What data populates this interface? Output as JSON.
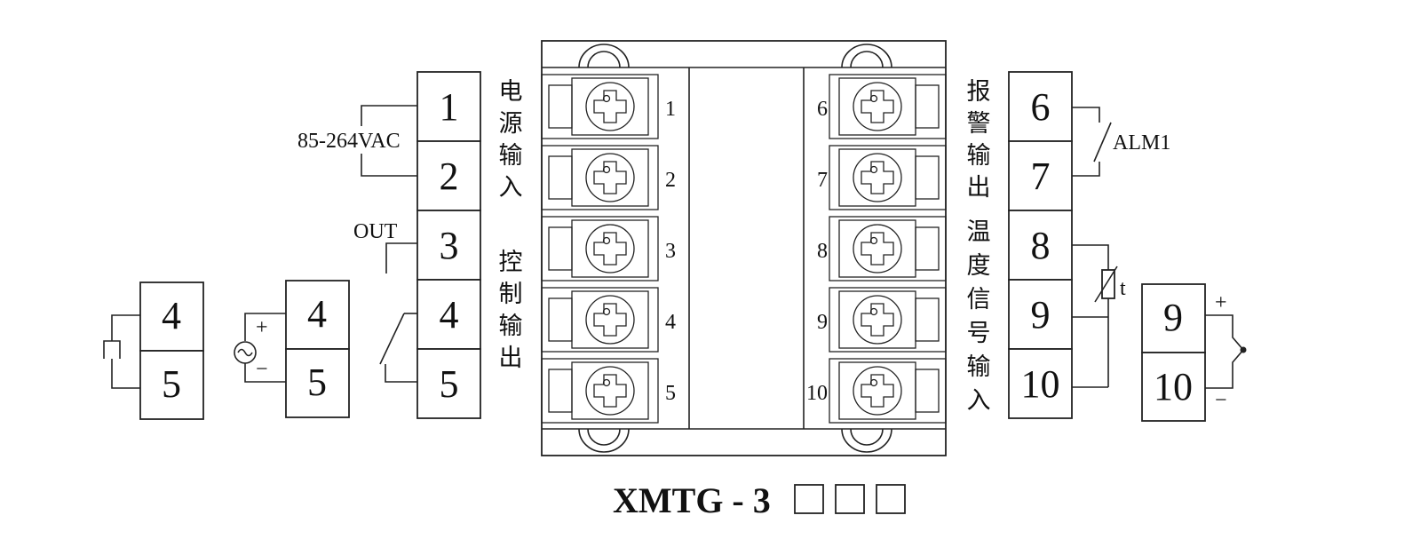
{
  "left_terminals": [
    "1",
    "2",
    "3",
    "4",
    "5"
  ],
  "right_terminals": [
    "6",
    "7",
    "8",
    "9",
    "10"
  ],
  "left_chip_numbers": [
    "1",
    "2",
    "3",
    "4",
    "5"
  ],
  "right_chip_numbers": [
    "6",
    "7",
    "8",
    "9",
    "10"
  ],
  "labels": {
    "power_voltage": "85-264VAC",
    "out": "OUT",
    "alarm": "ALM1",
    "thermistor_t": "t",
    "plus": "+",
    "minus": "−"
  },
  "cjk_groups": {
    "power_input": [
      "电",
      "源",
      "输",
      "入"
    ],
    "control_output": [
      "控",
      "制",
      "输",
      "出"
    ],
    "alarm_output": [
      "报",
      "警",
      "输",
      "出"
    ],
    "temp_input": [
      "温",
      "度",
      "信",
      "号",
      "输",
      "入"
    ]
  },
  "pulse_pair": [
    "4",
    "5"
  ],
  "ac_pair": [
    "4",
    "5"
  ],
  "tc_pair": [
    "9",
    "10"
  ],
  "model": {
    "text": "XMTG - 3",
    "boxes": 3
  }
}
